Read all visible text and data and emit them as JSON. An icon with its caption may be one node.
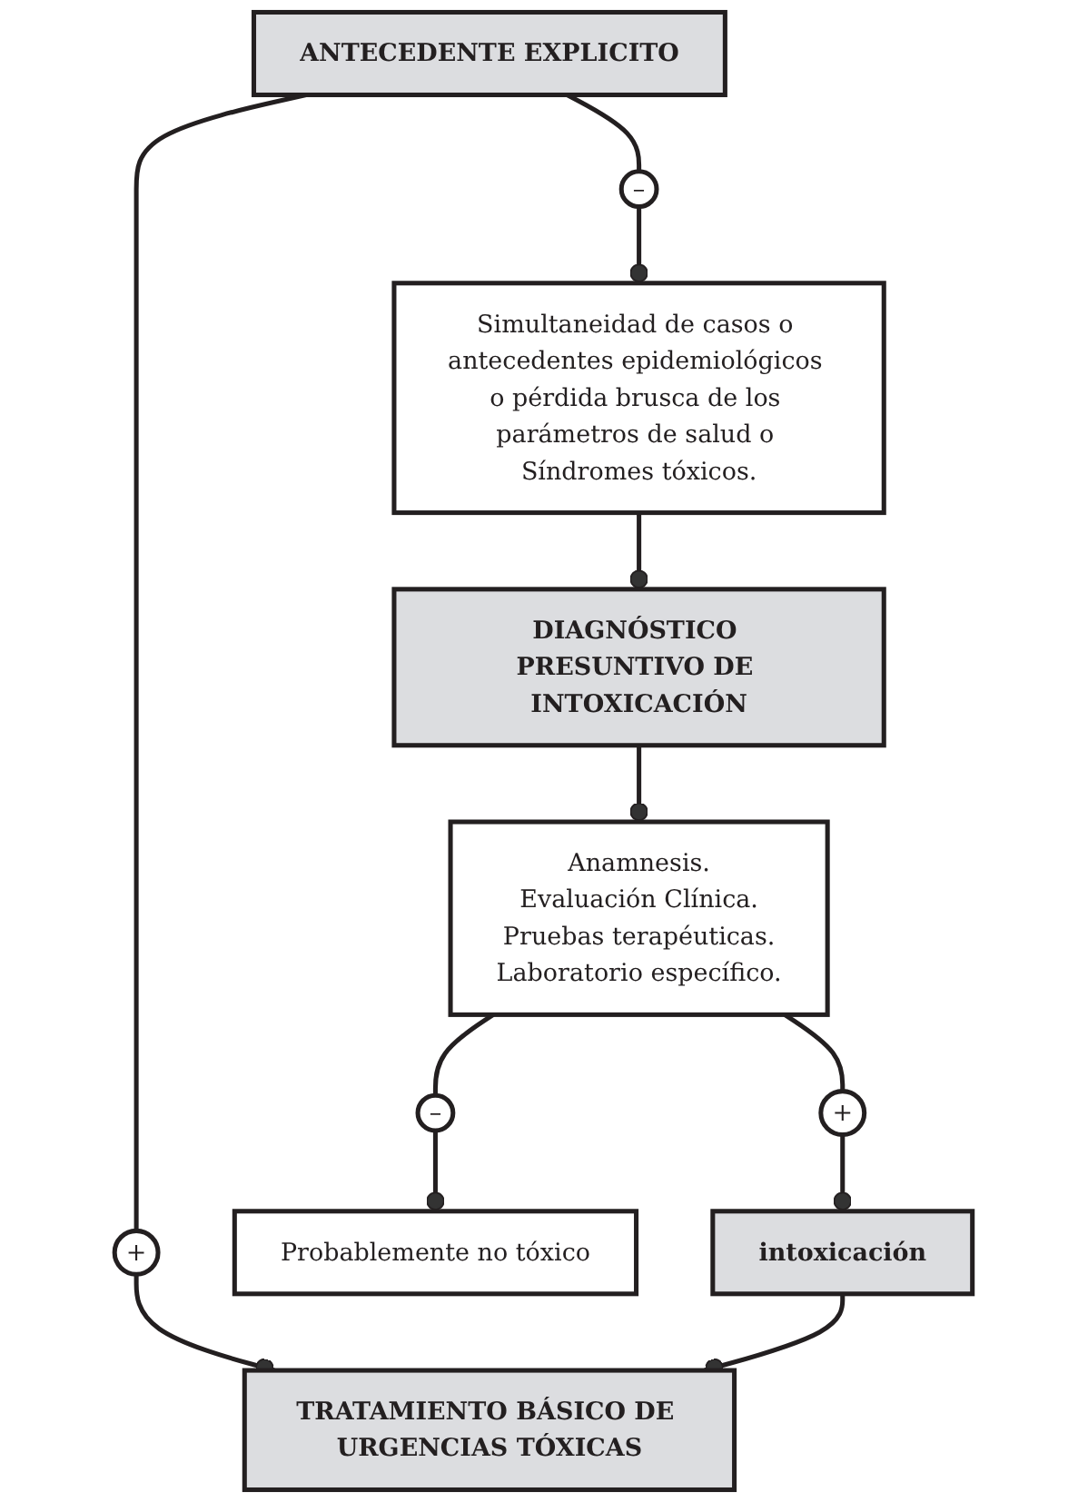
{
  "diagram": {
    "nodes": [
      {
        "text": [
          "–"
        ]
      },
      {
        "text": [
          "ANTECEDENTE EXPLICITO"
        ]
      },
      {
        "text": [
          "+"
        ]
      },
      {
        "text": [
          "Simultaneidad de casos o antecedentes epidemiológicos o pérdida brusca de los parámetros de salud o Síndromes tóxicos."
        ]
      },
      {
        "text": [
          "DIAGNÓSTICO PRESUNTIVO DE INTOXICACIÓN"
        ]
      },
      {
        "text": [
          "Anamnesis.",
          "Evaluación Clínica.",
          "Pruebas terapéuticas.",
          "Laboratorio específico."
        ]
      },
      {
        "text": [
          "–"
        ]
      },
      {
        "text": [
          "+"
        ]
      },
      {
        "text": [
          "Probablemente no tóxico"
        ]
      },
      {
        "text": [
          "intoxicación"
        ]
      },
      {
        "text": [
          "TRATAMIENTO BÁSICO DE URGENCIAS TÓXICAS"
        ]
      }
    ],
    "edges": [
      {
        "from": 1,
        "to": 0,
        "arrow": "none"
      },
      {
        "from": 1,
        "to": 2,
        "arrow": "none"
      },
      {
        "from": 0,
        "to": 3,
        "arrow": "other"
      },
      {
        "from": 2,
        "to": 10,
        "arrow": "other"
      },
      {
        "from": 3,
        "to": 4,
        "arrow": "other"
      },
      {
        "from": 4,
        "to": 5,
        "arrow": "other"
      },
      {
        "from": 5,
        "to": 6,
        "arrow": "none"
      },
      {
        "from": 5,
        "to": 7,
        "arrow": "none"
      },
      {
        "from": 6,
        "to": 8,
        "arrow": "other"
      },
      {
        "from": 7,
        "to": 9,
        "arrow": "other"
      },
      {
        "from": 9,
        "to": 10,
        "arrow": "other"
      }
    ]
  }
}
